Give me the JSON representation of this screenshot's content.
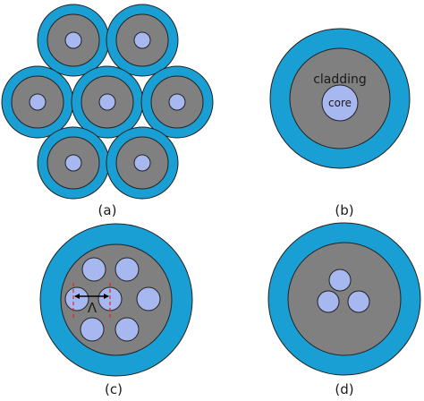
{
  "colors": {
    "jacket": "#1a9fd4",
    "cladding": "#808080",
    "core": "#a7b7f0",
    "outline": "#222222",
    "pitch_guide": "#e32222"
  },
  "panels": {
    "a": {
      "label": "(a)"
    },
    "b": {
      "label": "(b)",
      "cladding_label": "cladding",
      "core_label": "core"
    },
    "c": {
      "label": "(c)",
      "pitch_symbol": "Λ"
    },
    "d": {
      "label": "(d)"
    }
  }
}
